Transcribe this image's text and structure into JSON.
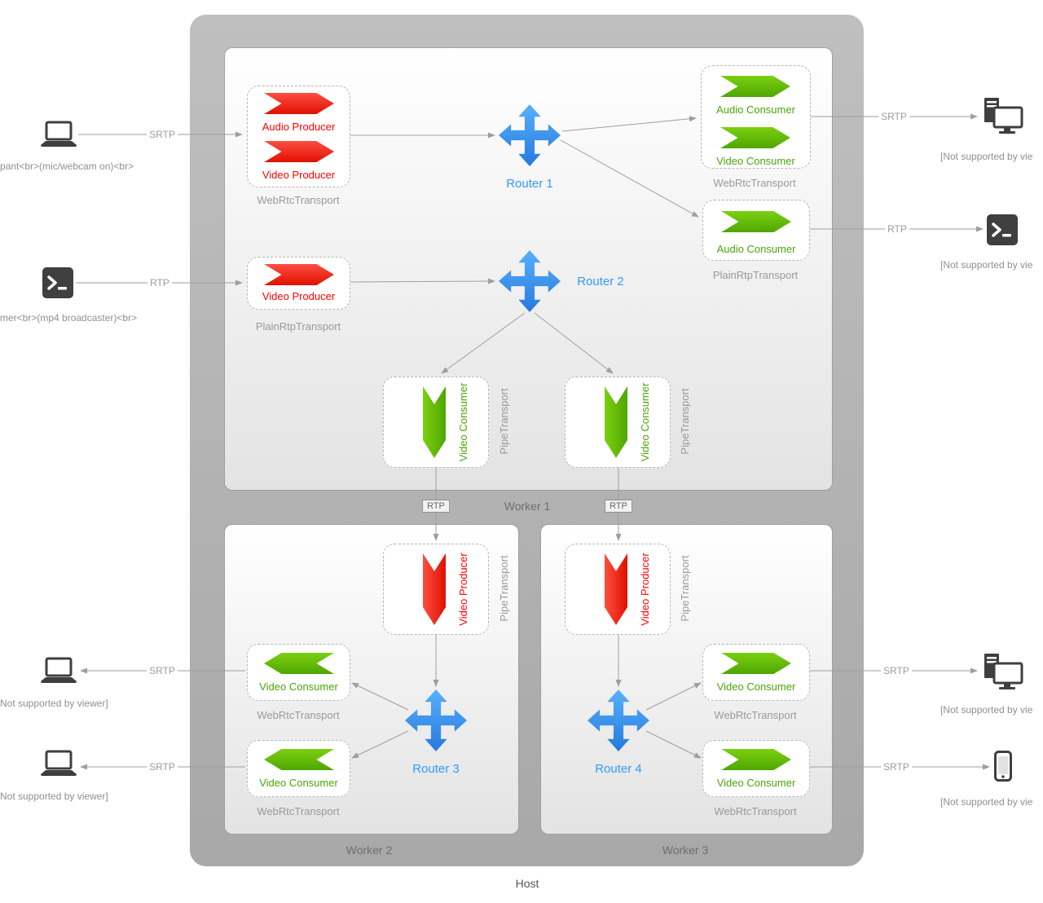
{
  "diagram": {
    "host_label": "Host",
    "workers": {
      "worker1": "Worker 1",
      "worker2": "Worker 2",
      "worker3": "Worker 3"
    },
    "routers": {
      "router1": "Router 1",
      "router2": "Router 2",
      "router3": "Router 3",
      "router4": "Router 4"
    },
    "node_labels": {
      "audio_producer": "Audio Producer",
      "video_producer": "Video Producer",
      "audio_consumer": "Audio Consumer",
      "video_consumer": "Video Consumer"
    },
    "transport_labels": {
      "webrtc": "WebRtcTransport",
      "plain_rtp": "PlainRtpTransport",
      "pipe": "PipeTransport"
    },
    "edge_labels": {
      "srtp": "SRTP",
      "rtp": "RTP"
    },
    "endpoints": {
      "participant": "pant<br>(mic/webcam on)<br>",
      "broadcaster": "mer<br>(mp4 broadcaster)<br>",
      "viewer_left": "Not supported by viewer]",
      "viewer_right": "[Not supported by vie"
    },
    "colors": {
      "producer_arrow": "#e81400",
      "producer_text": "#ff0000",
      "consumer_arrow": "#5cb500",
      "consumer_text": "#4aa50a",
      "router_fill": "#3796f3",
      "router_text": "#3399ff",
      "edge_line": "#9e9e9e",
      "host_bg": "#b3b3b3"
    }
  }
}
